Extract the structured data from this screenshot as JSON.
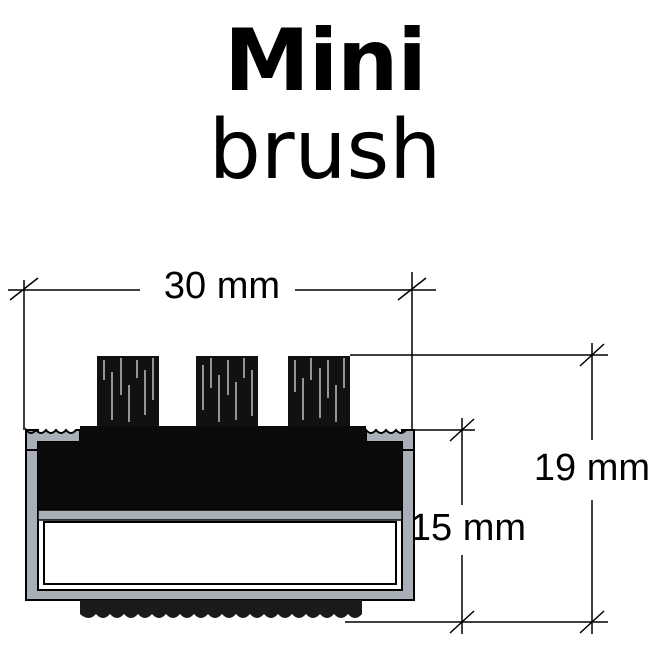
{
  "title": {
    "line1": "Mini",
    "line2": "brush"
  },
  "dimensions": {
    "width": "30 mm",
    "total_height": "19 mm",
    "profile_height": "15 mm"
  }
}
